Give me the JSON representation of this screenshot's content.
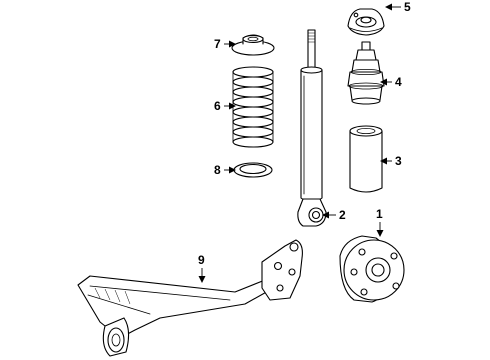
{
  "callouts": [
    {
      "id": "1",
      "part": "hub-bearing"
    },
    {
      "id": "2",
      "part": "shock-absorber"
    },
    {
      "id": "3",
      "part": "dust-boot"
    },
    {
      "id": "4",
      "part": "bump-stop"
    },
    {
      "id": "5",
      "part": "upper-mount"
    },
    {
      "id": "6",
      "part": "coil-spring"
    },
    {
      "id": "7",
      "part": "upper-spring-seat"
    },
    {
      "id": "8",
      "part": "lower-spring-insulator"
    },
    {
      "id": "9",
      "part": "axle-beam"
    }
  ]
}
